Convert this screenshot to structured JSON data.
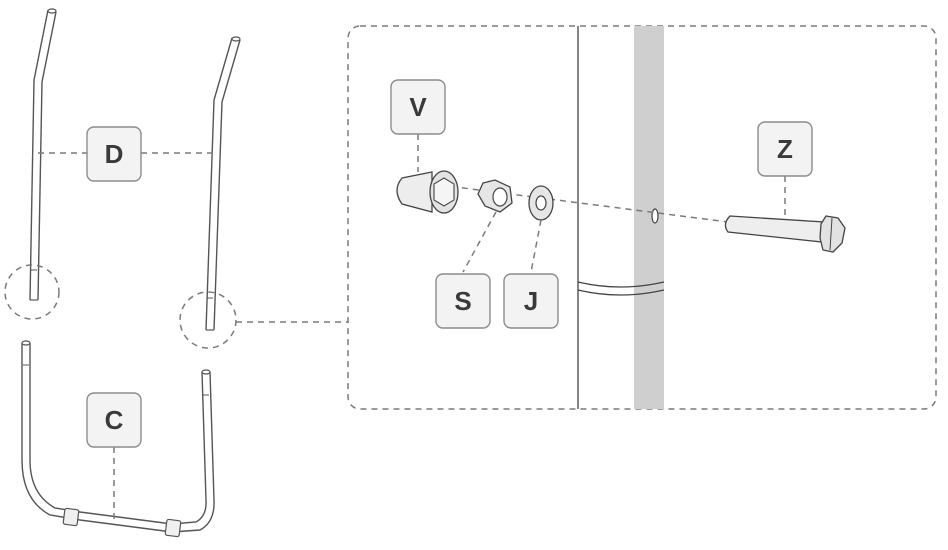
{
  "labels": {
    "D": "D",
    "C": "C",
    "V": "V",
    "S": "S",
    "J": "J",
    "Z": "Z"
  },
  "colors": {
    "box_fill": "#f3f3f3",
    "box_stroke": "#8c8c8c",
    "pole_shade": "#cfcfcf",
    "line": "#555555"
  }
}
